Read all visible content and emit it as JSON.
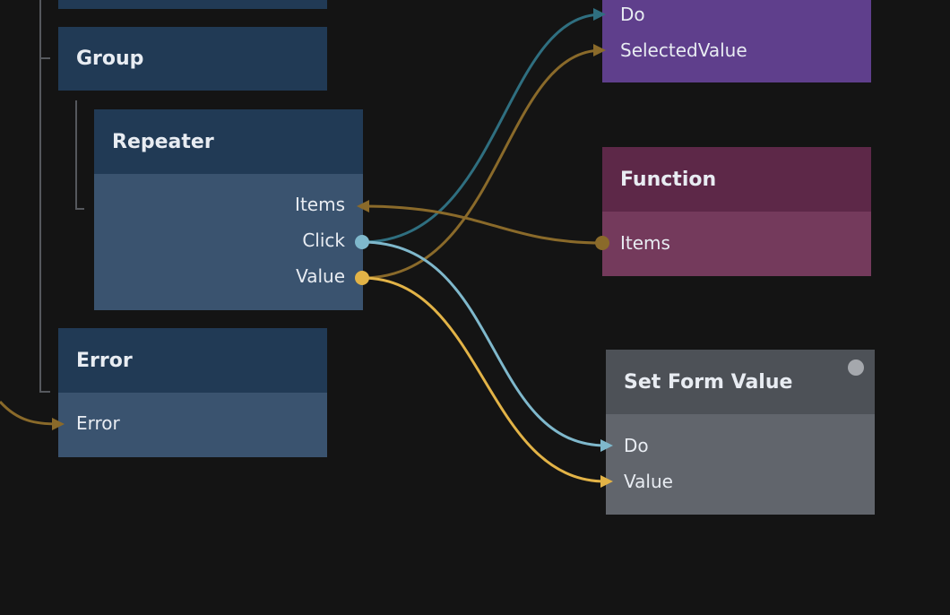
{
  "nodes": {
    "purple": {
      "ports": [
        "Do",
        "SelectedValue"
      ]
    },
    "group": {
      "title": "Group"
    },
    "repeater": {
      "title": "Repeater",
      "ports": [
        "Items",
        "Click",
        "Value"
      ]
    },
    "function": {
      "title": "Function",
      "ports": [
        "Items"
      ]
    },
    "error": {
      "title": "Error",
      "ports": [
        "Error"
      ]
    },
    "set_form_value": {
      "title": "Set Form Value",
      "ports": [
        "Do",
        "Value"
      ]
    }
  },
  "colors": {
    "background": "#141414",
    "ui_header": "#213a55",
    "ui_body": "#3a536f",
    "purple_node": "#5f3f8c",
    "function_header": "#5d2848",
    "function_body": "#743a5c",
    "sfv_header": "#4d5157",
    "sfv_body": "#61656c",
    "wire_items": "#8a6a2a",
    "wire_click": "#7fb8cc",
    "wire_value": "#e2b347",
    "wire_do_top": "#2f6f80"
  }
}
